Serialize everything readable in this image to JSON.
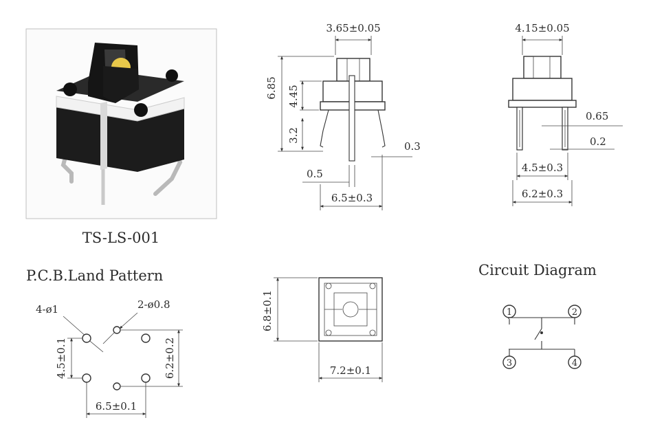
{
  "product": {
    "model": "TS-LS-001"
  },
  "side_view_front": {
    "top_width": "3.65±0.05",
    "total_height": "6.85",
    "body_height": "4.45",
    "pin_height": "3.2",
    "pin_thickness": "0.3",
    "pin_width": "0.5",
    "pin_span": "6.5±0.3"
  },
  "side_view_side": {
    "top_width": "4.15±0.05",
    "pin_width_a": "0.65",
    "pin_width_b": "0.2",
    "inner_span": "4.5±0.3",
    "outer_span": "6.2±0.3"
  },
  "pcb_land_pattern": {
    "title": "P.C.B.Land Pattern",
    "hole_large": "4-ø1",
    "hole_small": "2-ø0.8",
    "vertical_spacing": "4.5±0.1",
    "vertical_total": "6.2±0.2",
    "horizontal_spacing": "6.5±0.1"
  },
  "top_view": {
    "height": "6.8±0.1",
    "width": "7.2±0.1"
  },
  "circuit_diagram": {
    "title": "Circuit Diagram",
    "terminals": [
      "1",
      "2",
      "3",
      "4"
    ]
  },
  "colors": {
    "cap_yellow": "#e8c84a",
    "body_black": "#1c1c1c",
    "line": "#333333"
  }
}
